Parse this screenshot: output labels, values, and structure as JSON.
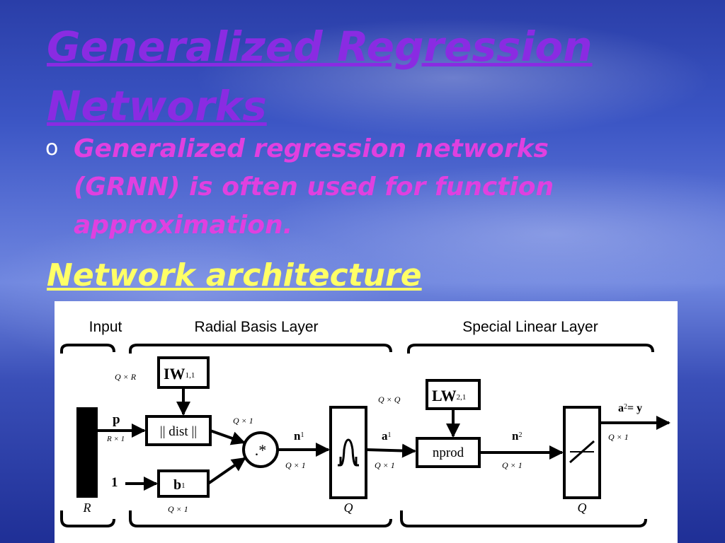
{
  "slide": {
    "title": "Generalized Regression Networks",
    "bullet": "Generalized regression networks (GRNN) is often used for function approximation.",
    "bullet_marker": "o",
    "subheading": "Network architecture"
  },
  "diagram": {
    "sections": {
      "input": "Input",
      "radial": "Radial Basis Layer",
      "linear": "Special Linear Layer"
    },
    "input_bar_label": "R",
    "p_label": "p",
    "p_dim": "R × 1",
    "one_label": "1",
    "iw_label": "IW",
    "iw_sub": "1,1",
    "iw_dim": "Q × R",
    "dist_label": "|| dist ||",
    "b_label": "b",
    "b_sub": "1",
    "b_dim": "Q × 1",
    "dist_out_dim": "Q × 1",
    "mult_label": ".*",
    "n1_label": "n",
    "n1_sup": "1",
    "n1_dim": "Q × 1",
    "radbas_size": "Q",
    "a1_label": "a",
    "a1_sup": "1",
    "a1_dim": "Q × 1",
    "lw_label": "LW",
    "lw_sub": "2,1",
    "lw_dim": "Q × Q",
    "nprod_label": "nprod",
    "n2_label": "n",
    "n2_sup": "2",
    "n2_dim": "Q × 1",
    "purelin_size": "Q",
    "a2_label": "a",
    "a2_sup": "2",
    "a2_eq": "= y",
    "a2_dim": "Q × 1"
  },
  "colors": {
    "title": "#8a2be2",
    "bullet": "#e040e0",
    "subheading": "#ffff66"
  }
}
